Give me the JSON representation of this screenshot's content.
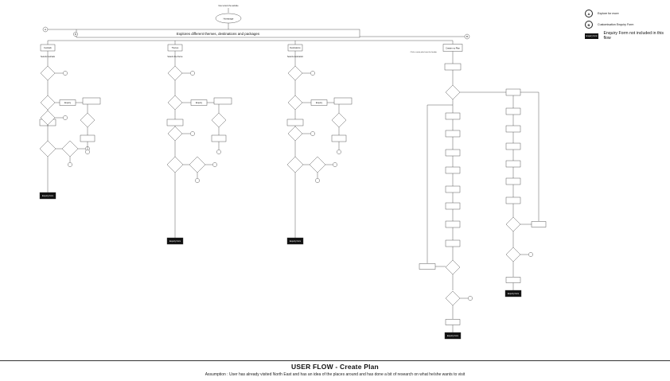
{
  "footer": {
    "title": "USER FLOW  - Create Plan",
    "assumption": "Assumption : User has already visited North East and has an idea of the places around and has done a bit of research on what he/she wants to visit"
  },
  "legend": {
    "a_marker": "A",
    "a_label": "Explore for more",
    "b_marker": "B",
    "b_label": "Customisation Enquiry Form",
    "black_box": "Enquiry Form",
    "black_label": "Enquiry Form not included in this flow"
  },
  "flow": {
    "entry": "User enters the website",
    "homepage": "Homepage",
    "explore": "Explores different themes, destinations and packages",
    "create_plan": "Create my Plan",
    "create_plan_note": "Clicks create plan from the header",
    "columns": [
      {
        "head": "Festivals",
        "note": "Selects Festivals"
      },
      {
        "head": "Themes",
        "note": "Selects the theme"
      },
      {
        "head": "Destinations",
        "note": "Selects destination"
      }
    ],
    "enquiry": "Enquiry Form",
    "enquiry_btn": "Enquiry"
  }
}
